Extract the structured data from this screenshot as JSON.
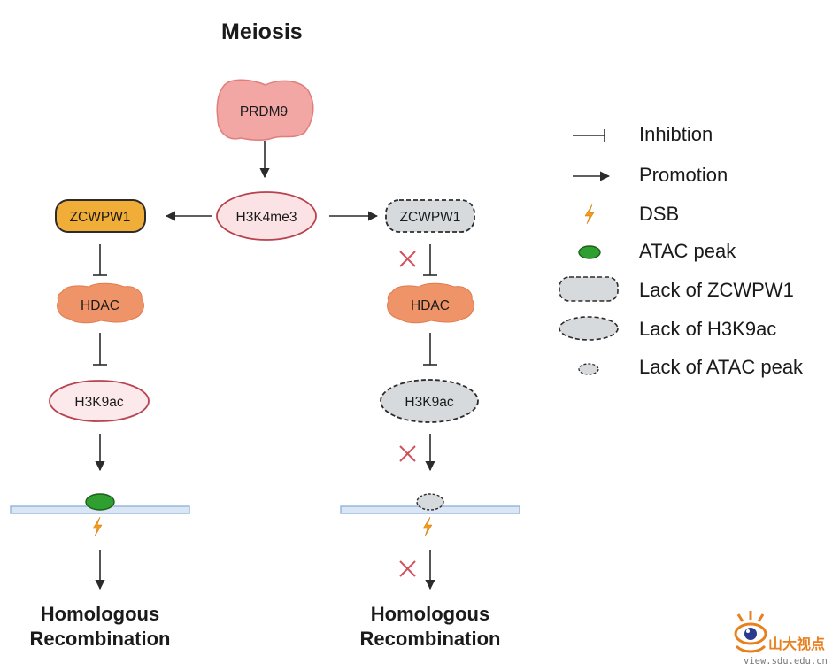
{
  "title": "Meiosis",
  "nodes": {
    "prdm9": "PRDM9",
    "h3k4me3": "H3K4me3",
    "left_zcwpw1": "ZCWPW1",
    "left_hdac": "HDAC",
    "left_h3k9ac": "H3K9ac",
    "right_zcwpw1": "ZCWPW1",
    "right_hdac": "HDAC",
    "right_h3k9ac": "H3K9ac"
  },
  "outcomes": {
    "left": [
      "Homologous",
      "Recombination"
    ],
    "right": [
      "Homologous",
      "Recombination"
    ]
  },
  "legend": {
    "inhibition": "Inhibtion",
    "promotion": "Promotion",
    "dsb": "DSB",
    "atac": "ATAC peak",
    "lack_zcwpw1": "Lack of ZCWPW1",
    "lack_h3k9ac": "Lack of H3K9ac",
    "lack_atac": "Lack of ATAC peak"
  },
  "logo": {
    "text": "山大视点",
    "sub": "view.sdu.edu.cn"
  },
  "colors": {
    "arrow": "#2b2b2b",
    "prdm9_fill": "#f2a7a4",
    "h3k4me3_fill": "#fbe3e5",
    "h3k4me3_stroke": "#b8424e",
    "zcwpw1_fill": "#f0ad38",
    "hdac_fill": "#ef9468",
    "h3k9ac_fill": "#fce9ec",
    "lack_fill": "#d7dadd",
    "atac_fill": "#2fa02f",
    "dna_fill": "#dbe6f5",
    "dna_stroke": "#8eb4de",
    "dsb_color": "#f39a1c",
    "cross_color": "#d2505a"
  }
}
